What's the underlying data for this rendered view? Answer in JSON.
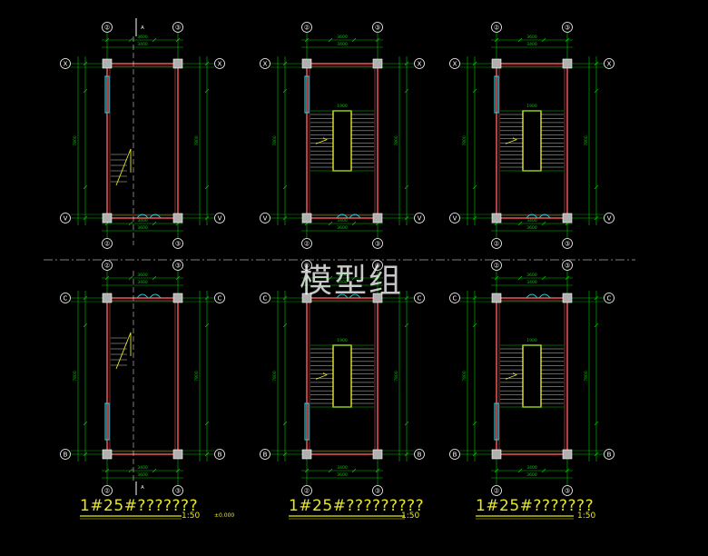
{
  "drawing": {
    "titles": [
      {
        "text": "1#25#???????",
        "scale": "1:50"
      },
      {
        "text": "1#25#?????????",
        "scale": "1:50"
      },
      {
        "text": "1#25#???????",
        "scale": "1:50"
      }
    ],
    "footnote": "±0.000",
    "watermark": "模型组",
    "colors": {
      "background": "#000000",
      "dimension": "#00c800",
      "wall": "#e05050",
      "grid": "#ffffff",
      "stair": "#e8e820",
      "window": "#20c8d8"
    },
    "axis_labels": {
      "col_left": "②",
      "col_right": "③",
      "row_top": "X",
      "row_bottom": "V",
      "row_top_b": "C",
      "row_bottom_b": "B"
    },
    "dims": {
      "overall_width": "3600",
      "width_half": "3400",
      "height_total": "7800",
      "landing_text": "1900"
    },
    "section_marks": {
      "top": "A",
      "bottom": "A"
    }
  }
}
